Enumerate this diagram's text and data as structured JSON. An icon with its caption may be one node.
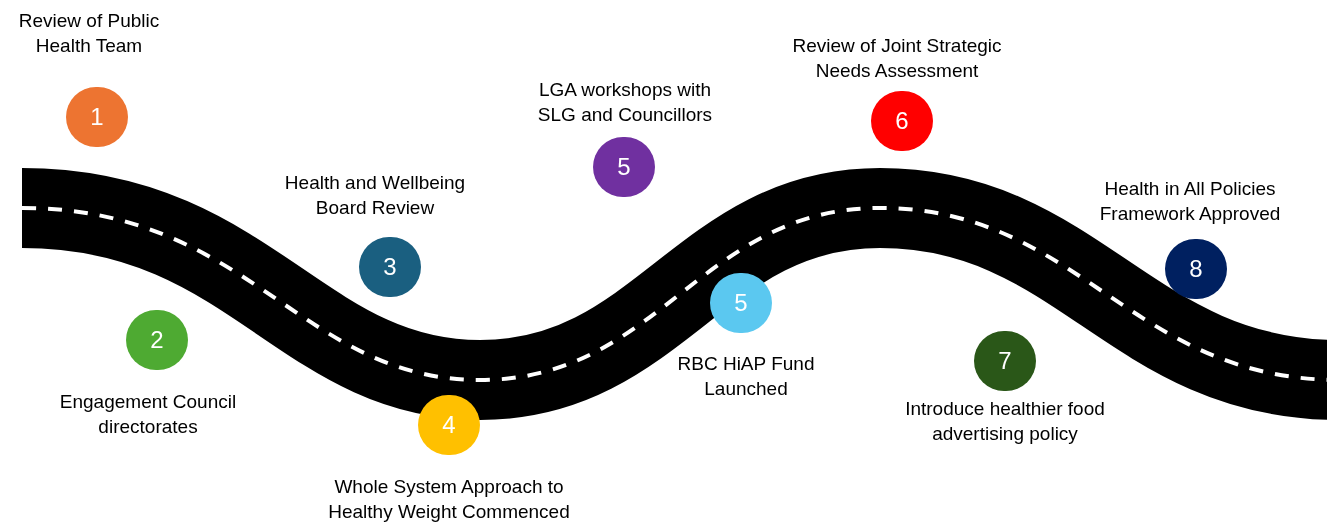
{
  "diagram": {
    "nodes": [
      {
        "text": [
          "1"
        ],
        "beside": [
          "Review of Public Health Team"
        ]
      },
      {
        "text": [
          "2"
        ],
        "beside": [
          "Engagement Council directorates"
        ]
      },
      {
        "text": [
          "3"
        ],
        "beside": [
          "Health and Wellbeing Board Review"
        ]
      },
      {
        "text": [
          "4"
        ],
        "beside": [
          "Whole System Approach to Healthy Weight Commenced"
        ]
      },
      {
        "text": [
          "5"
        ],
        "beside": [
          "LGA workshops with SLG and Councillors"
        ]
      },
      {
        "text": [
          "5"
        ],
        "beside": [
          "RBC HiAP Fund Launched"
        ]
      },
      {
        "text": [
          "6"
        ],
        "beside": [
          "Review of Joint Strategic Needs Assessment"
        ]
      },
      {
        "text": [
          "7"
        ],
        "beside": [
          "Introduce healthier food advertising policy"
        ]
      },
      {
        "text": [
          "8"
        ],
        "beside": [
          "Health in All Policies Framework Approved"
        ]
      }
    ]
  }
}
